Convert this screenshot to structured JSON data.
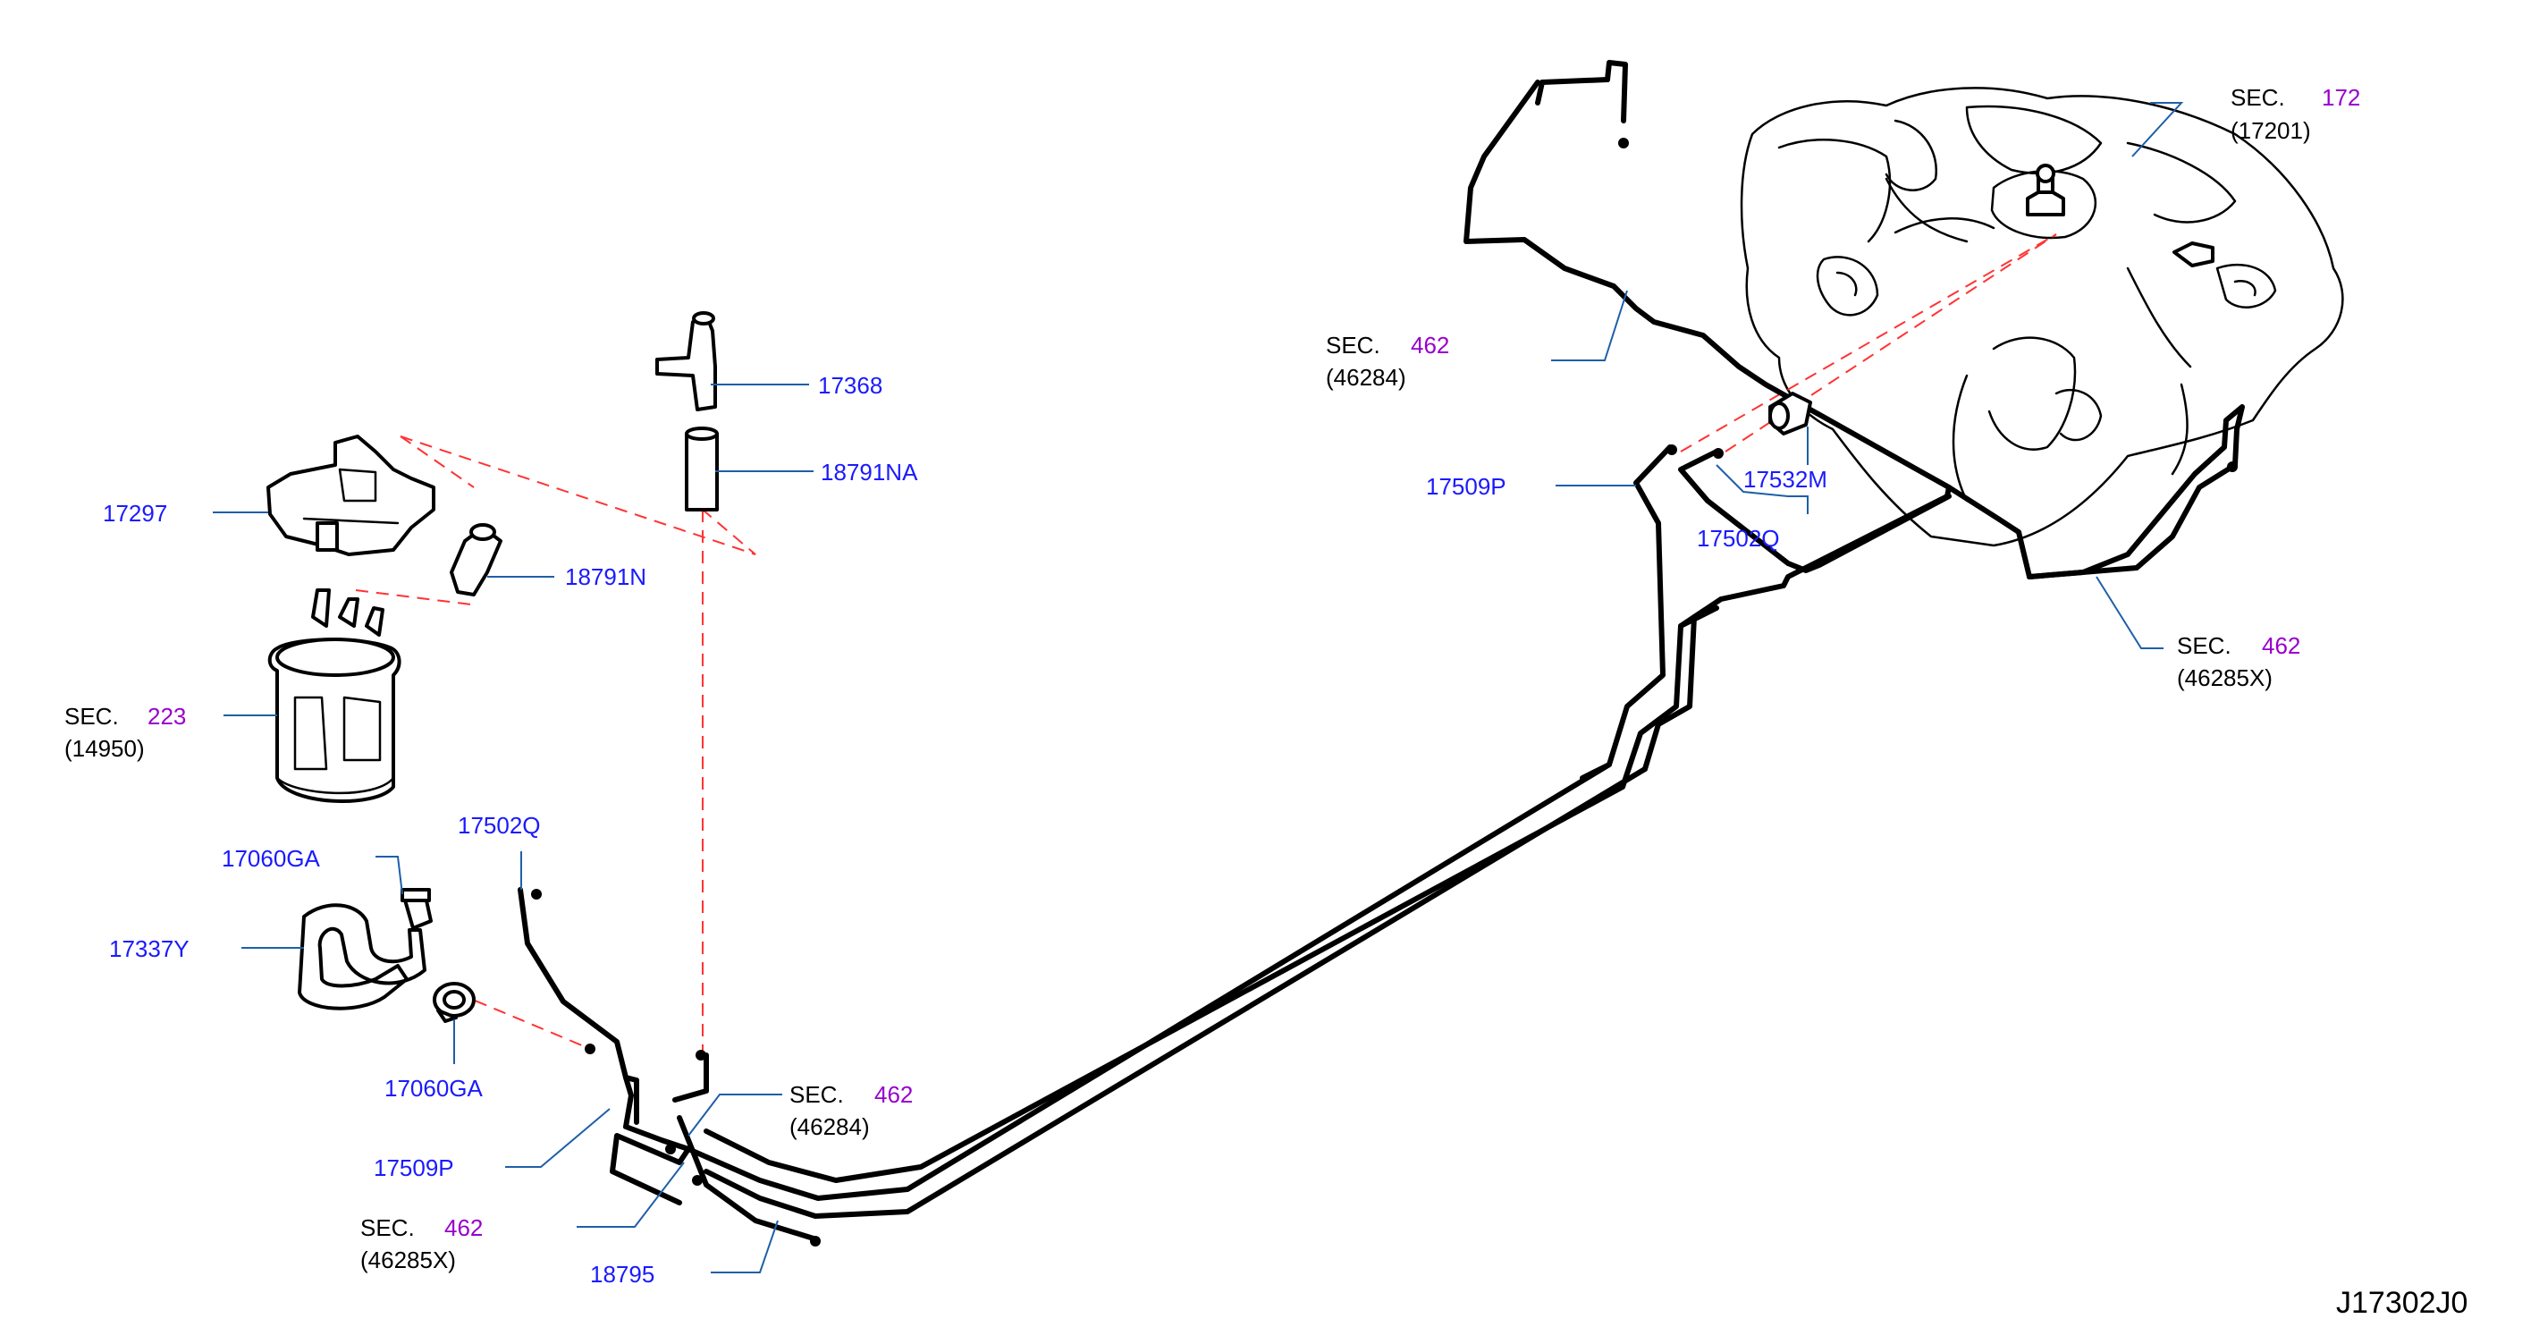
{
  "diagram_code": "J17302J0",
  "sec_label": "SEC.",
  "callouts": {
    "p17368": "17368",
    "p18791NA": "18791NA",
    "p17297": "17297",
    "p18791N": "18791N",
    "p17502Q_a": "17502Q",
    "p17060GA_a": "17060GA",
    "p17337Y": "17337Y",
    "p17060GA_b": "17060GA",
    "p17509P_a": "17509P",
    "p18795": "18795",
    "p17509P_b": "17509P",
    "p17532M": "17532M",
    "p17502Q_b": "17502Q"
  },
  "sections": {
    "sec223": {
      "num": "223",
      "ref": "(14950)"
    },
    "sec462_a": {
      "num": "462",
      "ref": "(46284)"
    },
    "sec462_b": {
      "num": "462",
      "ref": "(46285X)"
    },
    "sec462_c": {
      "num": "462",
      "ref": "(46284)"
    },
    "sec172": {
      "num": "172",
      "ref": "(17201)"
    },
    "sec462_d": {
      "num": "462",
      "ref": "(46285X)"
    }
  },
  "colors": {
    "part_number": "#1a1aff",
    "section_number": "#9900cc",
    "leader_line": "#1f5fa8",
    "dashed_guide": "#ff3333",
    "outline": "#000000"
  }
}
